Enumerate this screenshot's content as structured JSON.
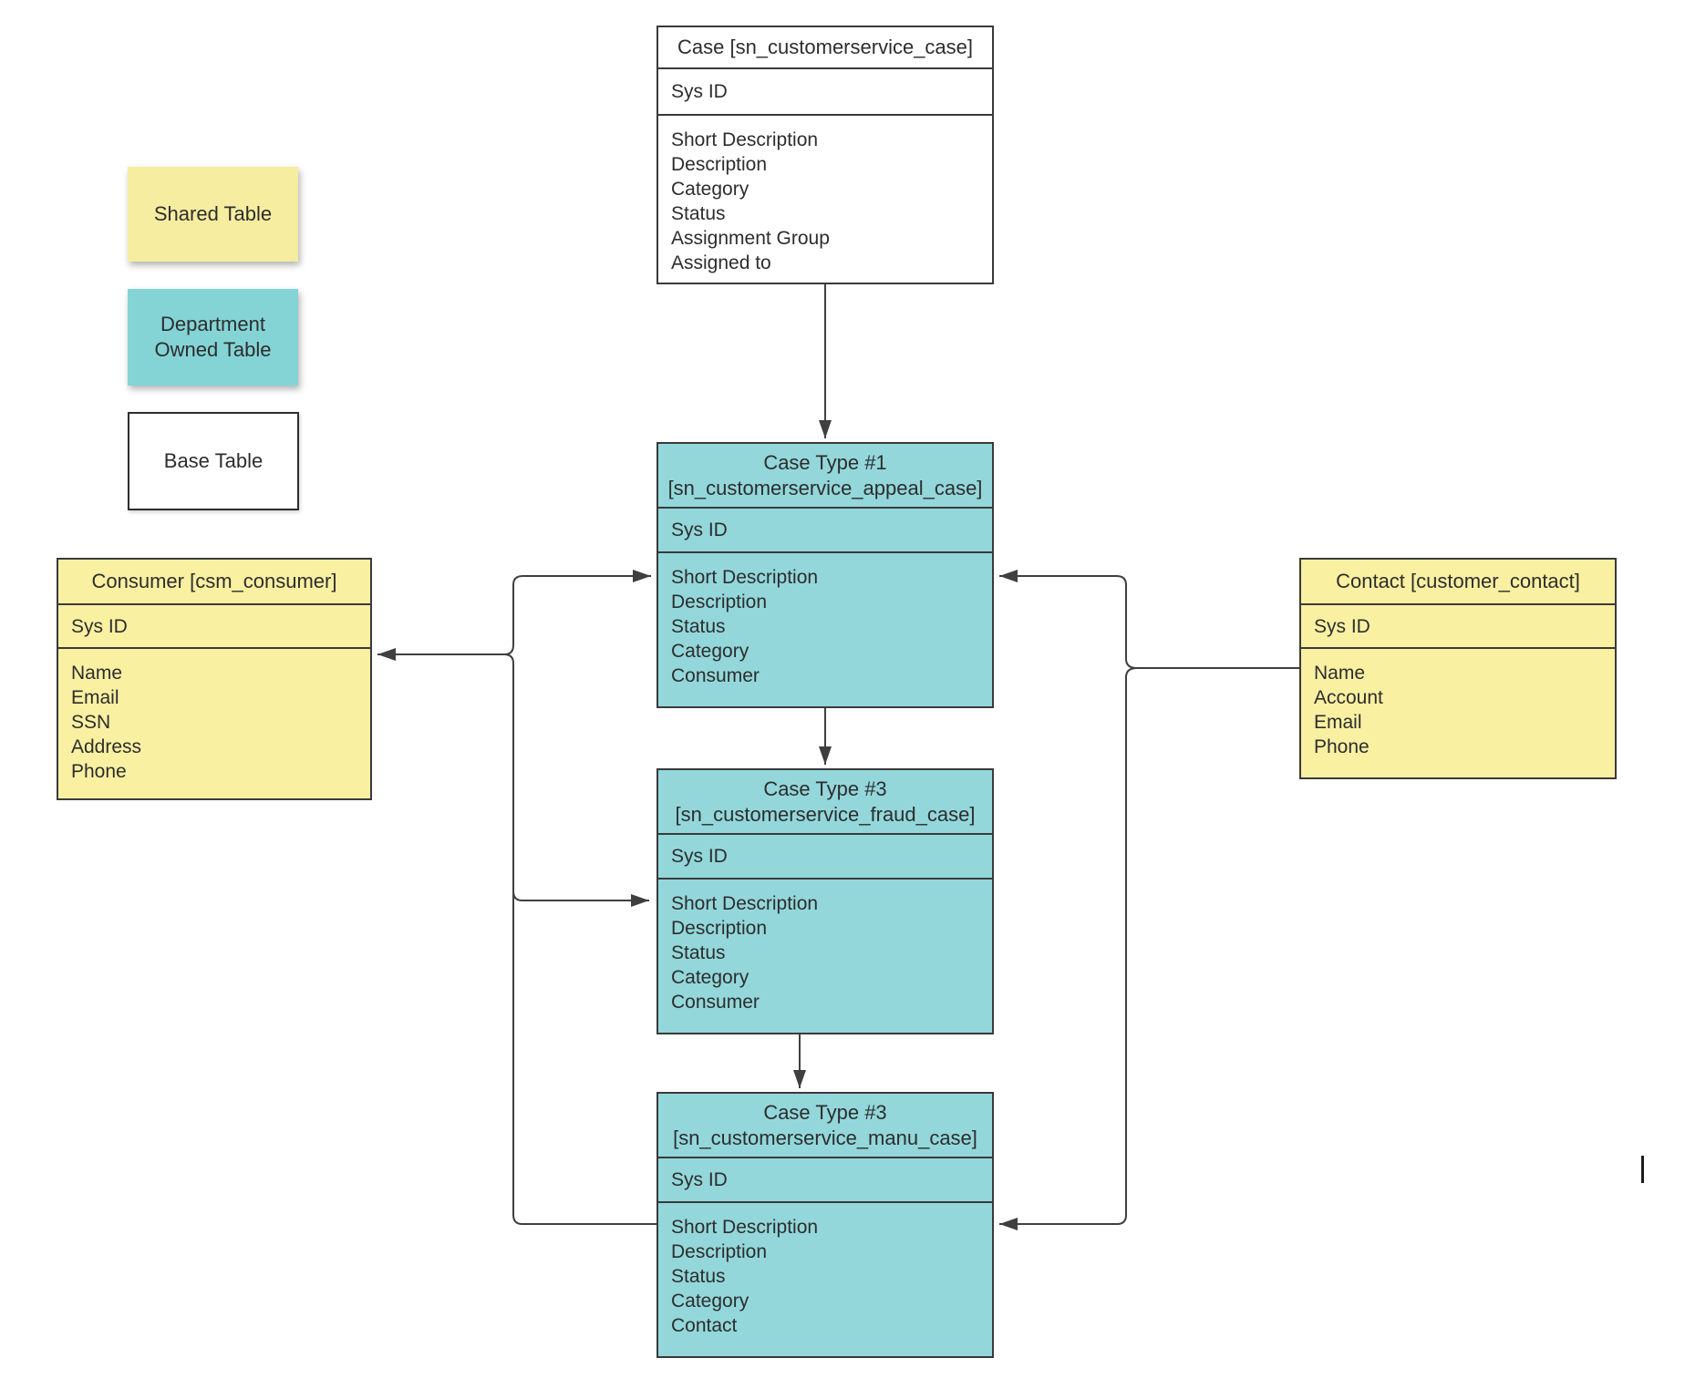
{
  "legend": {
    "shared": {
      "label": "Shared Table",
      "color": "#f7eda0"
    },
    "department": {
      "label": "Department Owned Table",
      "color": "#84d4d6"
    },
    "base": {
      "label": "Base Table",
      "color": "#ffffff"
    }
  },
  "tables": {
    "case_base": {
      "title": "Case [sn_customerservice_case]",
      "key": "Sys ID",
      "fields": [
        "Short Description",
        "Description",
        "Category",
        "Status",
        "Assignment Group",
        "Assigned to"
      ],
      "kind": "base-table"
    },
    "appeal": {
      "title": "Case Type #1 [sn_customerservice_appeal_case]",
      "key": "Sys ID",
      "fields": [
        "Short Description",
        "Description",
        "Status",
        "Category",
        "Consumer"
      ],
      "kind": "department-owned-table"
    },
    "fraud": {
      "title": "Case Type #3 [sn_customerservice_fraud_case]",
      "key": "Sys ID",
      "fields": [
        "Short Description",
        "Description",
        "Status",
        "Category",
        "Consumer"
      ],
      "kind": "department-owned-table"
    },
    "manu": {
      "title": "Case Type #3 [sn_customerservice_manu_case]",
      "key": "Sys ID",
      "fields": [
        "Short Description",
        "Description",
        "Status",
        "Category",
        "Contact"
      ],
      "kind": "department-owned-table"
    },
    "consumer": {
      "title": "Consumer [csm_consumer]",
      "key": "Sys ID",
      "fields": [
        "Name",
        "Email",
        "SSN",
        "Address",
        "Phone"
      ],
      "kind": "shared-table"
    },
    "contact": {
      "title": "Contact [customer_contact]",
      "key": "Sys ID",
      "fields": [
        "Name",
        "Account",
        "Email",
        "Phone"
      ],
      "kind": "shared-table"
    }
  },
  "colors": {
    "department_owned_fill": "#93d7db",
    "shared_fill": "#faf0a2",
    "base_fill": "#ffffff",
    "shape_border": "#3a3a3a",
    "connector": "#3f3f3f"
  }
}
